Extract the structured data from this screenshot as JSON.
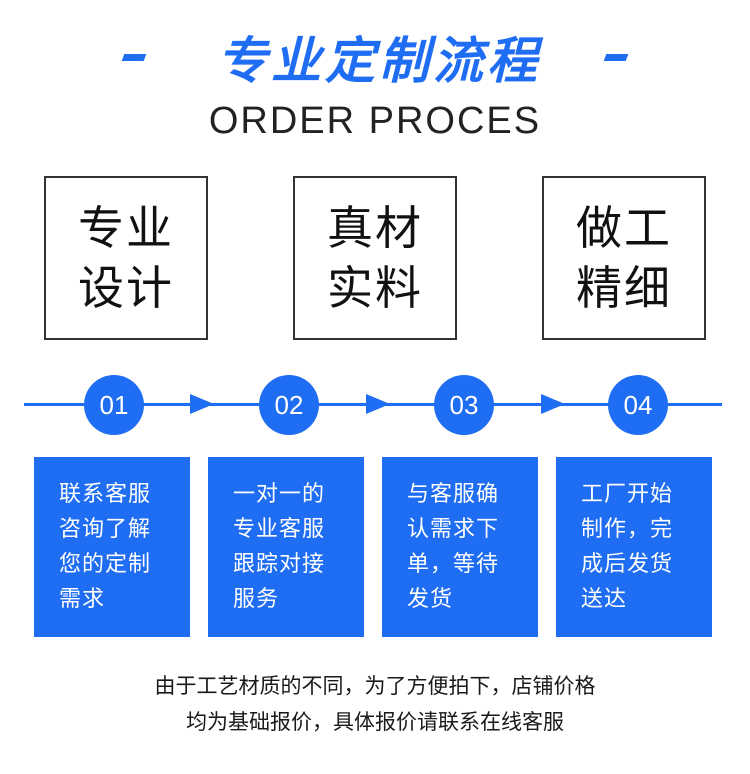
{
  "header": {
    "title": "专业定制流程",
    "subtitle": "ORDER PROCES"
  },
  "features": [
    {
      "text": "专业设计"
    },
    {
      "text": "真材实料"
    },
    {
      "text": "做工精细"
    }
  ],
  "steps": [
    {
      "number": "01",
      "text": "联系客服咨询了解您的定制需求"
    },
    {
      "number": "02",
      "text": "一对一的专业客服跟踪对接服务"
    },
    {
      "number": "03",
      "text": "与客服确认需求下单，等待发货"
    },
    {
      "number": "04",
      "text": "工厂开始制作，完成后发货送达"
    }
  ],
  "note": {
    "line1": "由于工艺材质的不同，为了方便拍下，店铺价格",
    "line2": "均为基础报价，具体报价请联系在线客服"
  },
  "colors": {
    "accent": "#1f6df2",
    "box_border": "#333333",
    "text": "#1a1a1a"
  }
}
